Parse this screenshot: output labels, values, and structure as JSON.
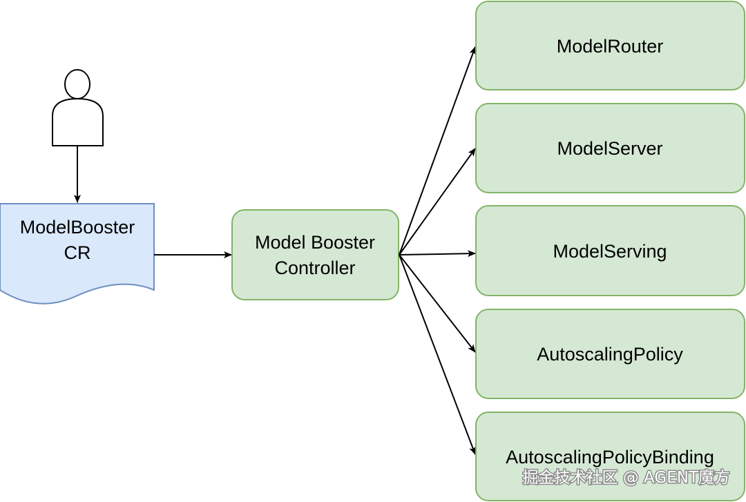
{
  "actor": {
    "icon": "person-icon"
  },
  "source": {
    "line1": "ModelBooster",
    "line2": "CR"
  },
  "controller": {
    "line1": "Model Booster",
    "line2": "Controller"
  },
  "targets": [
    {
      "label": "ModelRouter"
    },
    {
      "label": "ModelServer"
    },
    {
      "label": "ModelServing"
    },
    {
      "label": "AutoscalingPolicy"
    },
    {
      "label": "AutoscalingPolicyBinding"
    }
  ],
  "watermark": "掘金技术社区 @ AGENT魔方",
  "colors": {
    "green_fill": "#d5e8d4",
    "green_stroke": "#82b366",
    "blue_fill": "#dae8fc",
    "blue_stroke": "#6c8ebf",
    "line": "#000000"
  }
}
